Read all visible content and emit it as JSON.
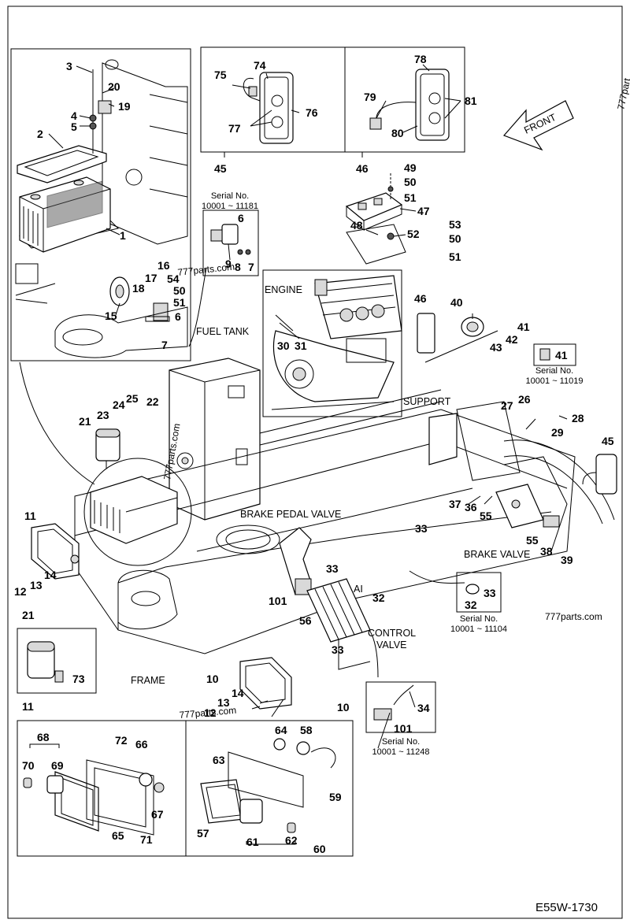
{
  "diagram_code": "E55W-1730",
  "watermark": "777parts.com",
  "watermark_top": "777part",
  "front_label": "FRONT",
  "labels": {
    "engine": "ENGINE",
    "fuel_tank": "FUEL TANK",
    "support": "SUPPORT",
    "brake_pedal_valve": "BRAKE PEDAL VALVE",
    "brake_valve": "BRAKE VALVE",
    "control_valve_1": "CONTROL",
    "control_valve_2": "VALVE",
    "frame": "FRAME",
    "ai": "AI"
  },
  "serial_notes": [
    {
      "title": "Serial No.",
      "range": "10001 ~ 11181"
    },
    {
      "title": "Serial No.",
      "range": "10001 ~ 11019"
    },
    {
      "title": "Serial No.",
      "range": "10001 ~ 11104"
    },
    {
      "title": "Serial No.",
      "range": "10001 ~ 11248"
    }
  ],
  "callouts": [
    "3",
    "20",
    "19",
    "4",
    "5",
    "2",
    "1",
    "16",
    "17",
    "54",
    "50",
    "51",
    "18",
    "15",
    "6",
    "7",
    "75",
    "74",
    "76",
    "77",
    "45",
    "78",
    "79",
    "81",
    "80",
    "46",
    "49",
    "50",
    "51",
    "47",
    "53",
    "48",
    "52",
    "50",
    "51",
    "6",
    "9",
    "8",
    "7",
    "46",
    "40",
    "41",
    "42",
    "43",
    "41",
    "30",
    "31",
    "27",
    "26",
    "28",
    "29",
    "45",
    "21",
    "23",
    "24",
    "25",
    "22",
    "37",
    "36",
    "55",
    "55",
    "38",
    "39",
    "11",
    "14",
    "13",
    "12",
    "33",
    "33",
    "32",
    "32",
    "33",
    "101",
    "56",
    "33",
    "21",
    "73",
    "10",
    "14",
    "13",
    "12",
    "34",
    "101",
    "11",
    "10",
    "68",
    "70",
    "69",
    "72",
    "66",
    "67",
    "65",
    "71",
    "64",
    "58",
    "63",
    "59",
    "57",
    "61",
    "62",
    "60"
  ]
}
